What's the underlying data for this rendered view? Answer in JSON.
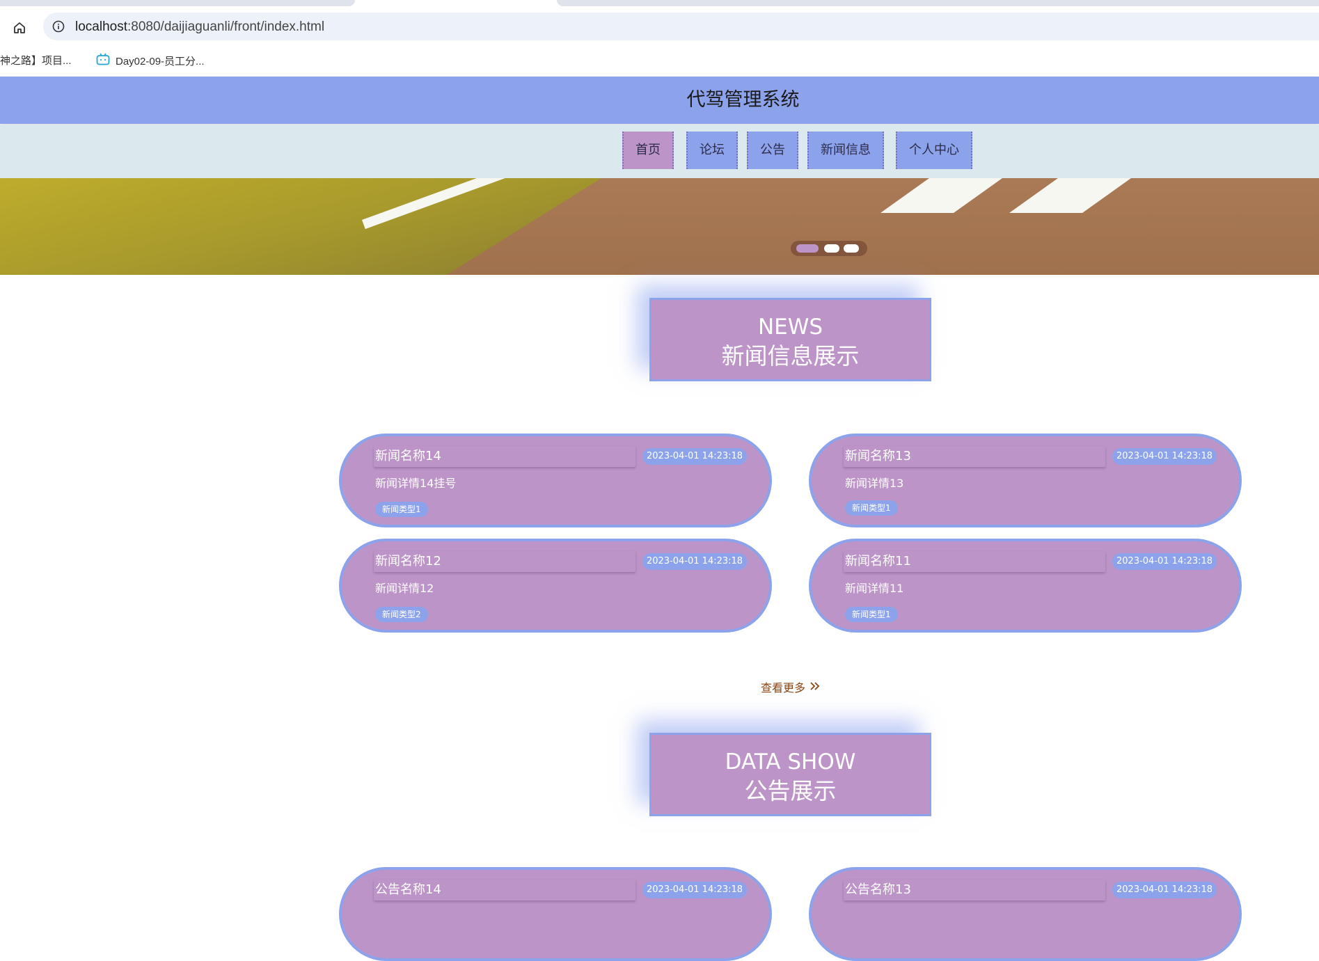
{
  "browser": {
    "url_host": "localhost",
    "url_path": ":8080/daijiaguanli/front/index.html",
    "bookmarks": [
      "神之路】项目...",
      "Day02-09-员工分..."
    ]
  },
  "site": {
    "title": "代驾管理系统",
    "nav": [
      "首页",
      "论坛",
      "公告",
      "新闻信息",
      "个人中心"
    ],
    "active_nav": "首页",
    "carousel_slides": 3,
    "carousel_active": 1
  },
  "news_section": {
    "title_en": "NEWS",
    "title_cn": "新闻信息展示",
    "items": [
      {
        "name": "新闻名称14",
        "time": "2023-04-01 14:23:18",
        "detail": "新闻详情14挂号",
        "type": "新闻类型1"
      },
      {
        "name": "新闻名称13",
        "time": "2023-04-01 14:23:18",
        "detail": "新闻详情13",
        "type": "新闻类型1"
      },
      {
        "name": "新闻名称12",
        "time": "2023-04-01 14:23:18",
        "detail": "新闻详情12",
        "type": "新闻类型2"
      },
      {
        "name": "新闻名称11",
        "time": "2023-04-01 14:23:18",
        "detail": "新闻详情11",
        "type": "新闻类型1"
      }
    ],
    "more_label": "查看更多"
  },
  "notice_section": {
    "title_en": "DATA SHOW",
    "title_cn": "公告展示",
    "items": [
      {
        "name": "公告名称14",
        "time": "2023-04-01 14:23:18"
      },
      {
        "name": "公告名称13",
        "time": "2023-04-01 14:23:18"
      }
    ]
  },
  "colors": {
    "primary": "#8ca3ec",
    "accent": "#bd94c7",
    "nav_bar_bg": "#dbe8ee",
    "more_link": "#8b4513"
  }
}
